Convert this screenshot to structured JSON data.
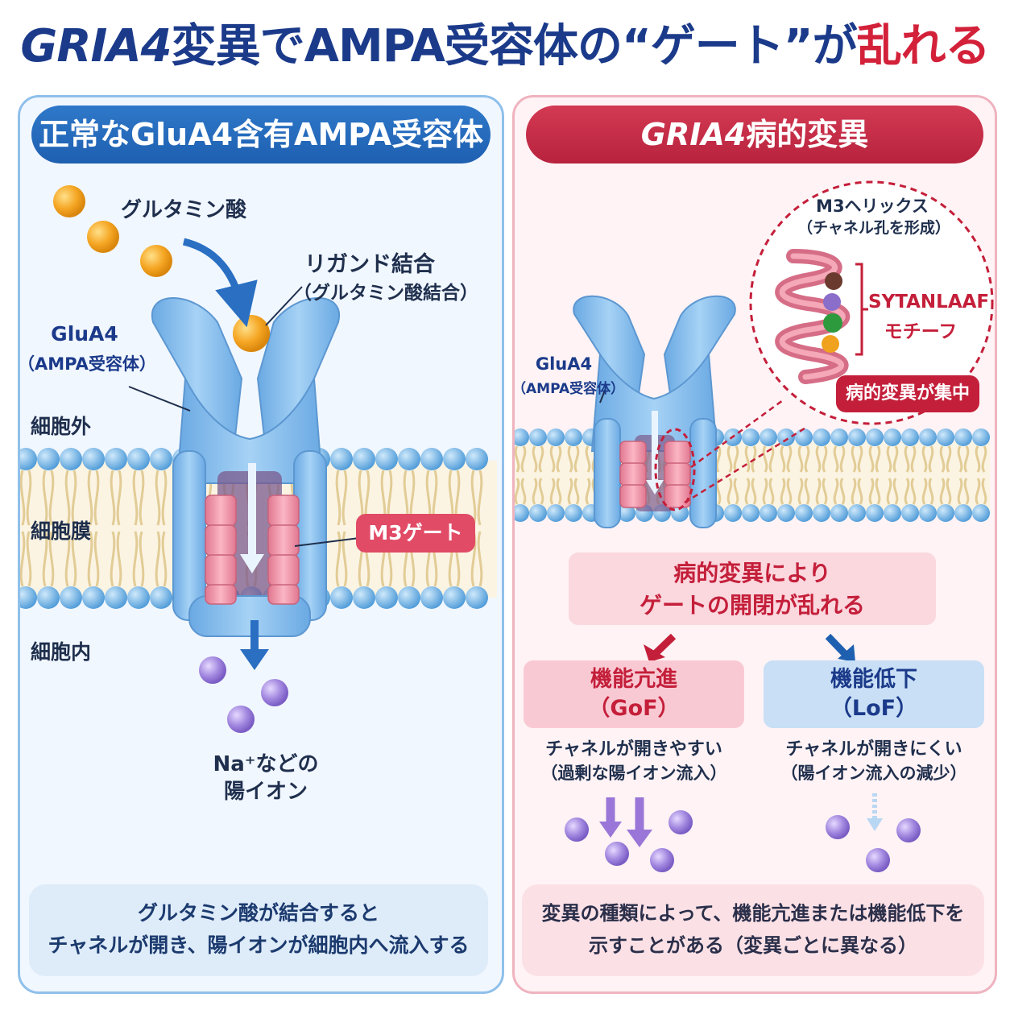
{
  "title": {
    "gene": "GRIA4",
    "part1": "変異でAMPA受容体の“ゲート”が",
    "red": "乱れる"
  },
  "left_panel": {
    "header": "正常なGluA4含有AMPA受容体",
    "glutamate": "グルタミン酸",
    "ligand_binding": "リガンド結合",
    "ligand_binding_sub": "（グルタミン酸結合）",
    "receptor_name": "GluA4",
    "receptor_sub": "（AMPA受容体）",
    "extracellular": "細胞外",
    "membrane": "細胞膜",
    "intracellular": "細胞内",
    "m3_gate": "M3ゲート",
    "cation_line1": "Na⁺などの",
    "cation_line2": "陽イオン",
    "footer_line1": "グルタミン酸が結合すると",
    "footer_line2": "チャネルが開き、陽イオンが細胞内へ流入する"
  },
  "right_panel": {
    "header_gene": "GRIA4",
    "header_rest": "病的変異",
    "helix_title": "M3ヘリックス",
    "helix_sub": "（チャネル孔を形成）",
    "motif_line1": "SYTANLAAF",
    "motif_line2": "モチーフ",
    "hotspot": "病的変異が集中",
    "receptor_name": "GluA4",
    "receptor_sub": "（AMPA受容体）",
    "disrupt_line1": "病的変異により",
    "disrupt_line2": "ゲートの開閉が乱れる",
    "gof_title": "機能亢進",
    "gof_abbr": "（GoF）",
    "gof_desc1": "チャネルが開きやすい",
    "gof_desc2": "（過剰な陽イオン流入）",
    "lof_title": "機能低下",
    "lof_abbr": "（LoF）",
    "lof_desc1": "チャネルが開きにくい",
    "lof_desc2": "（陽イオン流入の減少）",
    "footer_line1": "変異の種類によって、機能亢進または機能低下を",
    "footer_line2": "示すことがある（変異ごとに異なる）"
  },
  "colors": {
    "navy": "#1b3a8a",
    "red": "#d3213a",
    "receptor_blue": "#8fc3ef",
    "gate_pink": "#ef8fa3",
    "glutamate_orange": "#f4a224",
    "ion_purple": "#9c7fd6",
    "lipid_head": "#6db3e6"
  }
}
